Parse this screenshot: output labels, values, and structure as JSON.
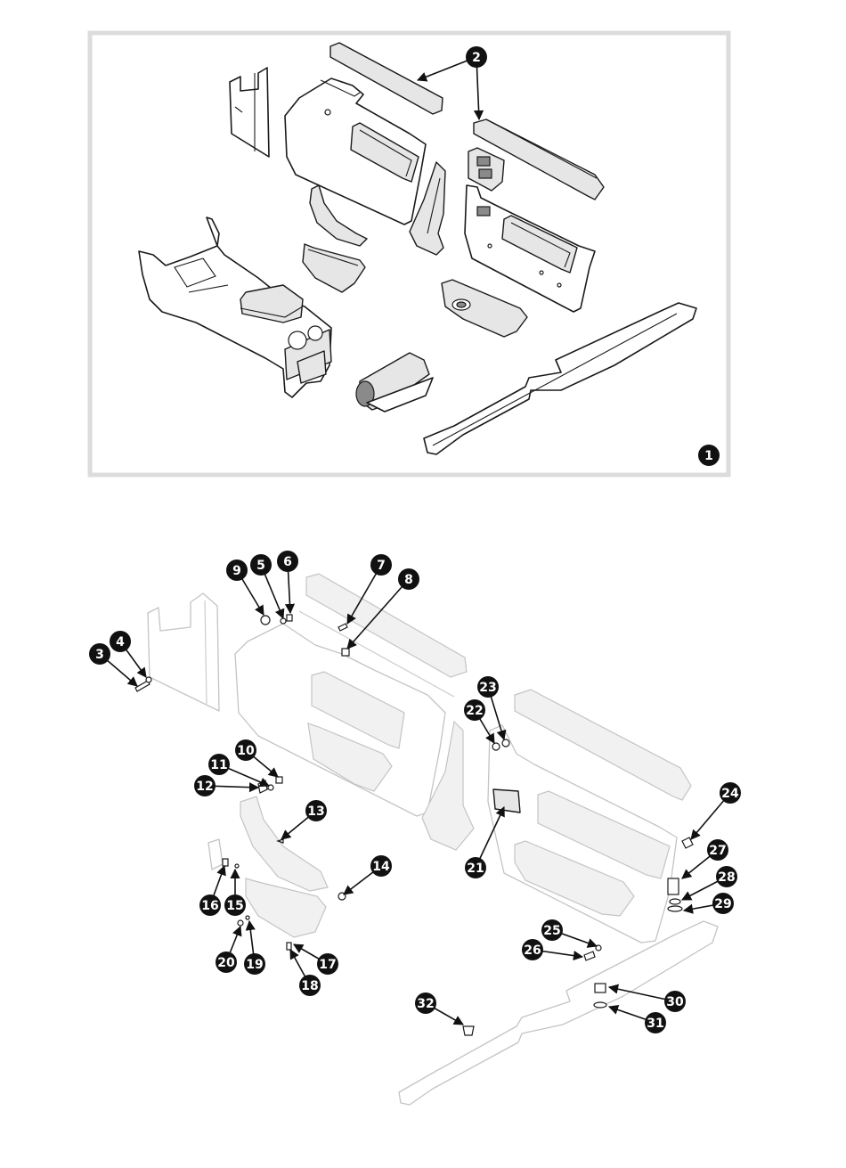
{
  "callouts": [
    {
      "id": "c1",
      "label": "1"
    },
    {
      "id": "c2",
      "label": "2"
    },
    {
      "id": "c3",
      "label": "3"
    },
    {
      "id": "c4",
      "label": "4"
    },
    {
      "id": "c5",
      "label": "5"
    },
    {
      "id": "c6",
      "label": "6"
    },
    {
      "id": "c7",
      "label": "7"
    },
    {
      "id": "c8",
      "label": "8"
    },
    {
      "id": "c9",
      "label": "9"
    },
    {
      "id": "c10",
      "label": "10"
    },
    {
      "id": "c11",
      "label": "11"
    },
    {
      "id": "c12",
      "label": "12"
    },
    {
      "id": "c13",
      "label": "13"
    },
    {
      "id": "c14",
      "label": "14"
    },
    {
      "id": "c15",
      "label": "15"
    },
    {
      "id": "c16",
      "label": "16"
    },
    {
      "id": "c17",
      "label": "17"
    },
    {
      "id": "c18",
      "label": "18"
    },
    {
      "id": "c19",
      "label": "19"
    },
    {
      "id": "c20",
      "label": "20"
    },
    {
      "id": "c21",
      "label": "21"
    },
    {
      "id": "c22",
      "label": "22"
    },
    {
      "id": "c23",
      "label": "23"
    },
    {
      "id": "c24",
      "label": "24"
    },
    {
      "id": "c25",
      "label": "25"
    },
    {
      "id": "c26",
      "label": "26"
    },
    {
      "id": "c27",
      "label": "27"
    },
    {
      "id": "c28",
      "label": "28"
    },
    {
      "id": "c29",
      "label": "29"
    },
    {
      "id": "c30",
      "label": "30"
    },
    {
      "id": "c31",
      "label": "31"
    },
    {
      "id": "c32",
      "label": "32"
    }
  ],
  "colors": {
    "callout_fill": "#111111",
    "callout_text": "#ffffff",
    "frame": "#dcdcdc",
    "line": "#1a1a1a",
    "ghost_line": "#c4c4c4"
  }
}
